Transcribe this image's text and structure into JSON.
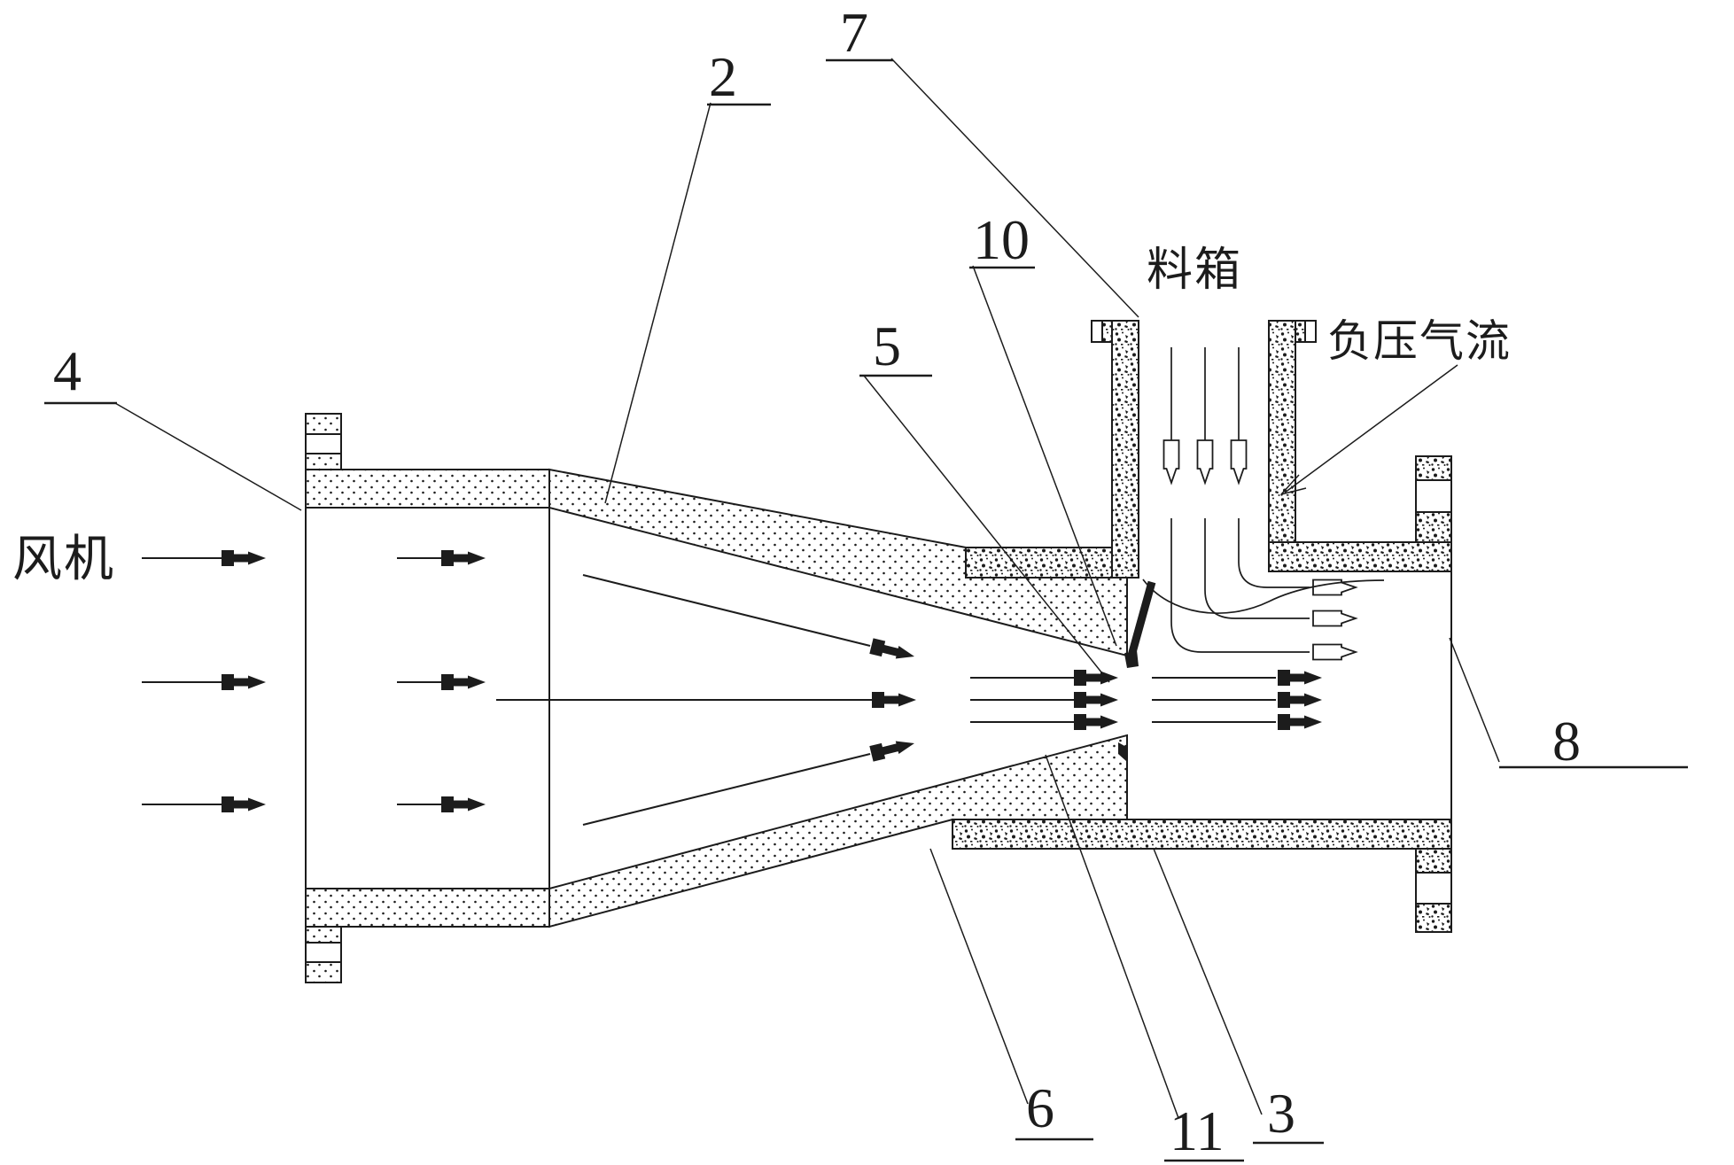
{
  "page": {
    "type": "patent-technical-diagram",
    "subject": "venturi-ejector-pneumatic-feeder-cross-section",
    "colors": {
      "ink": "#1c1c1c",
      "background": "#ffffff"
    }
  },
  "labels": {
    "n2": "2",
    "n3": "3",
    "n4": "4",
    "n5": "5",
    "n6": "6",
    "n7": "7",
    "n8": "8",
    "n10": "10",
    "n11": "11"
  },
  "texts": {
    "fan": "风机",
    "hopper": "料箱",
    "negative_pressure": "负压气流"
  }
}
